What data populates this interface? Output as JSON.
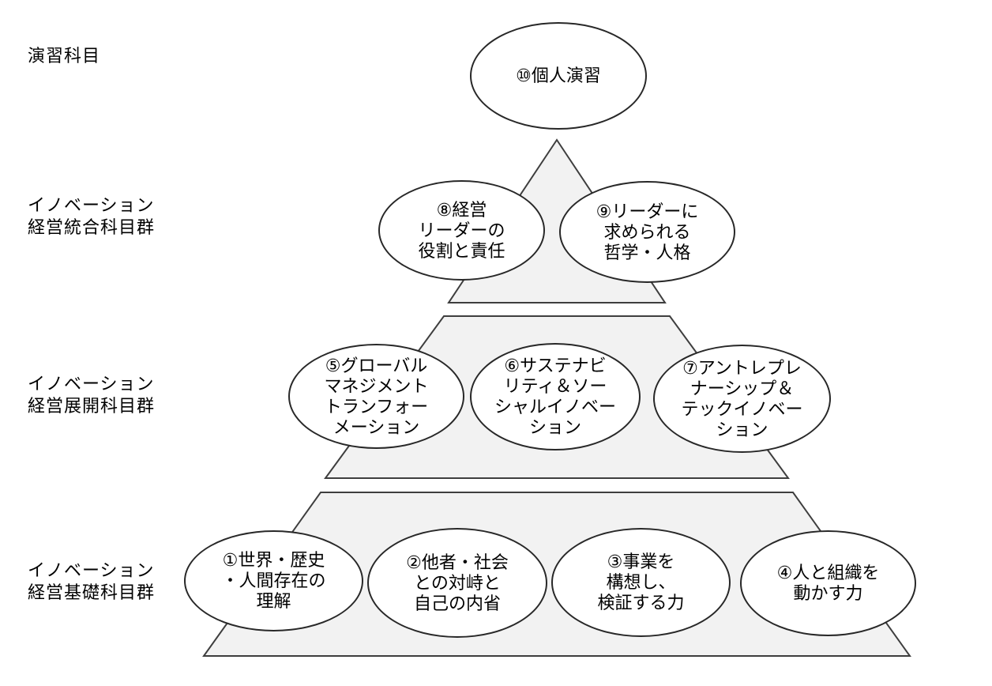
{
  "colors": {
    "background": "#ffffff",
    "shape_fill": "#f2f2f2",
    "shape_stroke": "#3e3e3e",
    "ellipse_fill": "#ffffff",
    "ellipse_stroke": "#282828",
    "text": "#000000"
  },
  "diagram": {
    "tiers": [
      {
        "row_label": "演習科目",
        "courses": [
          "⑩個人演習"
        ]
      },
      {
        "row_label": "イノベーション\n経営統合科目群",
        "courses": [
          "⑧経営\nリーダーの\n役割と責任",
          "⑨リーダーに\n求められる\n哲学・人格"
        ]
      },
      {
        "row_label": "イノベーション\n経営展開科目群",
        "courses": [
          "⑤グローバル\nマネジメント\nトランフォー\nメーション",
          "⑥サステナビ\nリティ＆ソー\nシャルイノベー\nション",
          "⑦アントレプレ\nナーシップ＆\nテックイノベー\nション"
        ]
      },
      {
        "row_label": "イノベーション\n経営基礎科目群",
        "courses": [
          "①世界・歴史\n・人間存在の\n理解",
          "②他者・社会\nとの対峙と\n自己の内省",
          "③事業を\n構想し、\n検証する力",
          "④人と組織を\n動かす力"
        ]
      }
    ]
  }
}
